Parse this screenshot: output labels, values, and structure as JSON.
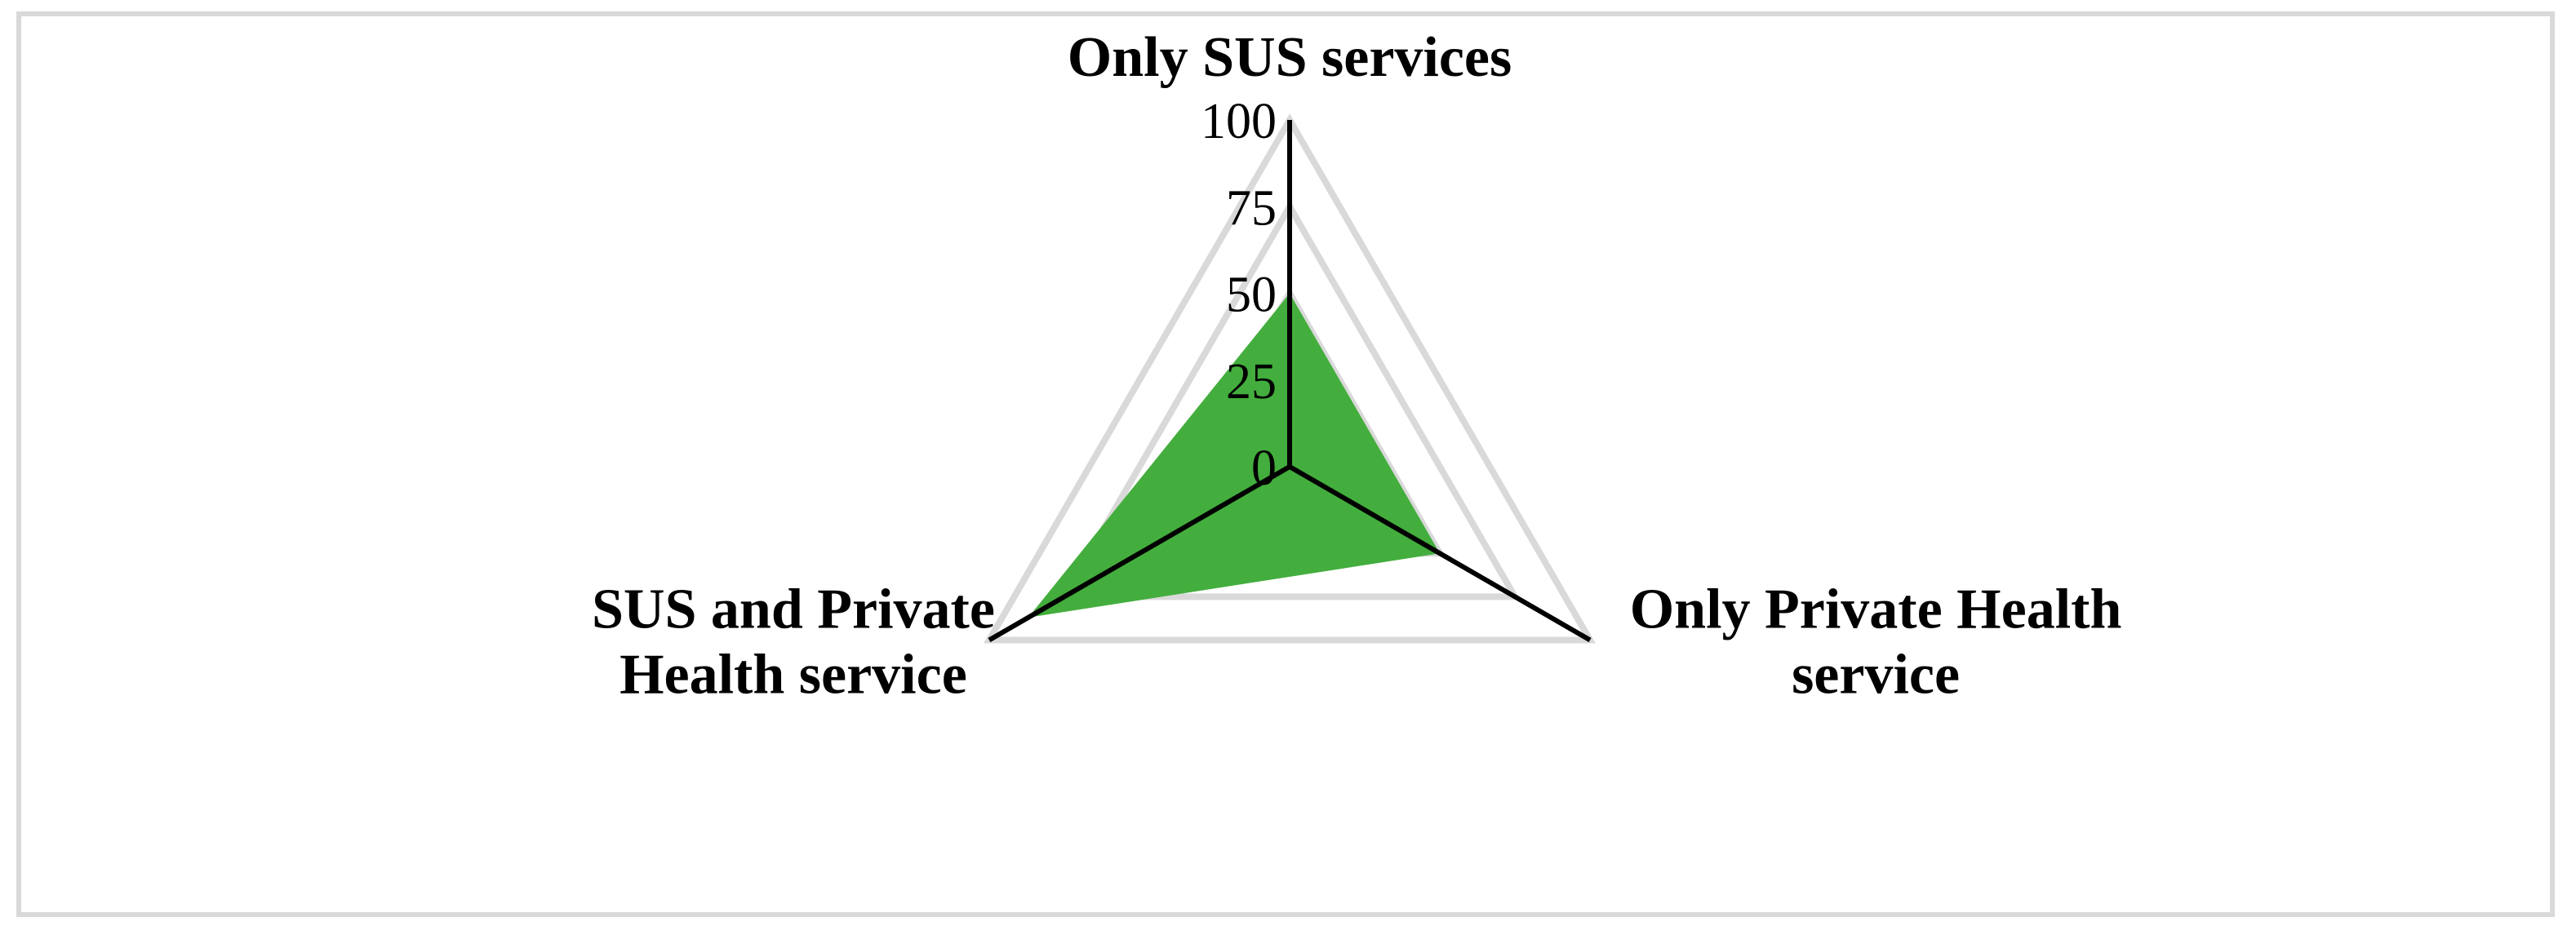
{
  "colors": {
    "series_fill": "#43ae3d",
    "grid": "#d9d9d9",
    "axis": "#000000",
    "frame": "#d9d9d9"
  },
  "chart_data": {
    "type": "radar",
    "categories": [
      [
        "Only SUS services"
      ],
      [
        "Only Private Health",
        "service"
      ],
      [
        "SUS and Private",
        "Health service"
      ]
    ],
    "series": [
      {
        "values": [
          50,
          50,
          87
        ]
      }
    ],
    "rlim": [
      0,
      100
    ],
    "ticks": [
      0,
      25,
      50,
      75,
      100
    ],
    "grid": true,
    "legend": "none"
  }
}
